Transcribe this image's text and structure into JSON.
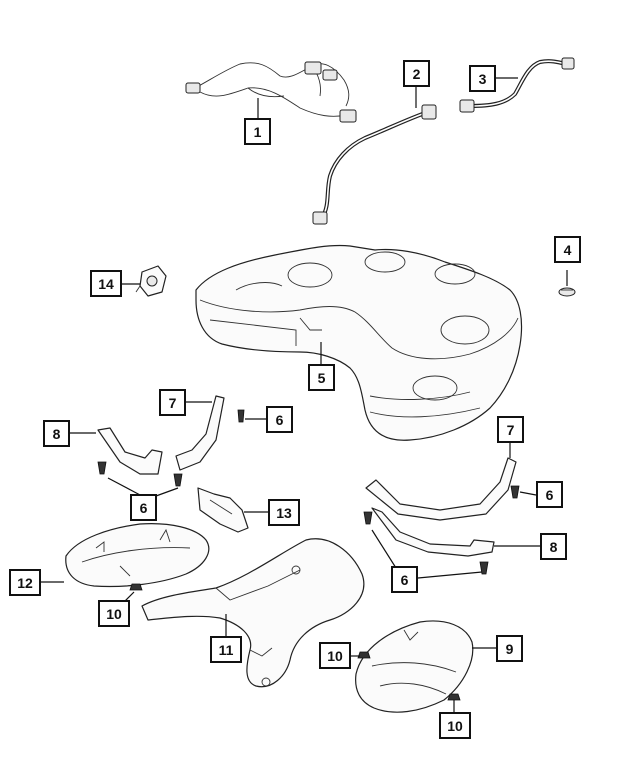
{
  "callouts": [
    {
      "id": "c1",
      "label": "1"
    },
    {
      "id": "c2",
      "label": "2"
    },
    {
      "id": "c3",
      "label": "3"
    },
    {
      "id": "c4",
      "label": "4"
    },
    {
      "id": "c5",
      "label": "5"
    },
    {
      "id": "c6a",
      "label": "6"
    },
    {
      "id": "c6b",
      "label": "6"
    },
    {
      "id": "c6c",
      "label": "6"
    },
    {
      "id": "c6d",
      "label": "6"
    },
    {
      "id": "c7a",
      "label": "7"
    },
    {
      "id": "c7b",
      "label": "7"
    },
    {
      "id": "c8a",
      "label": "8"
    },
    {
      "id": "c8b",
      "label": "8"
    },
    {
      "id": "c9",
      "label": "9"
    },
    {
      "id": "c10a",
      "label": "10"
    },
    {
      "id": "c10b",
      "label": "10"
    },
    {
      "id": "c10c",
      "label": "10"
    },
    {
      "id": "c11",
      "label": "11"
    },
    {
      "id": "c12",
      "label": "12"
    },
    {
      "id": "c13",
      "label": "13"
    },
    {
      "id": "c14",
      "label": "14"
    }
  ]
}
